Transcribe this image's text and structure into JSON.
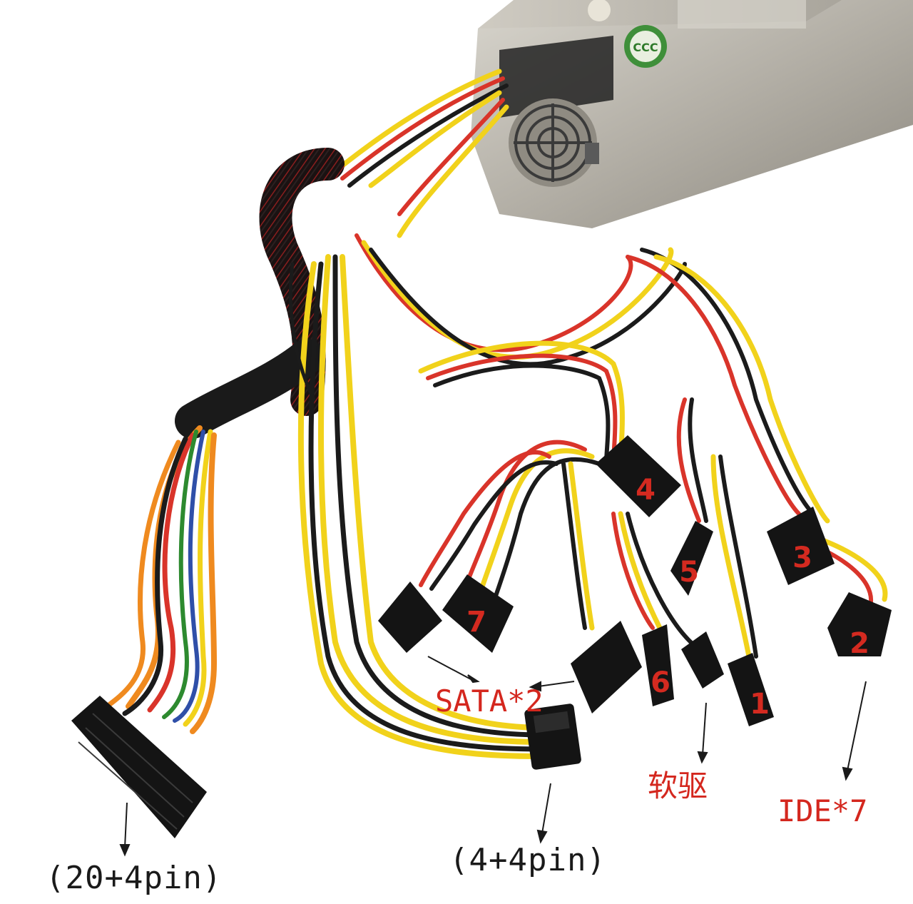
{
  "psu": {
    "label_brand": "CCC"
  },
  "connectors": {
    "molex_numbers": [
      "1",
      "2",
      "3",
      "4",
      "5",
      "6",
      "7"
    ]
  },
  "labels": {
    "atx": "(20+4pin)",
    "eps": "(4+4pin)",
    "sata": "SATA*2",
    "floppy": "软驱",
    "ide": "IDE*7"
  },
  "colors": {
    "wire_yellow": "#f1d21b",
    "wire_red": "#d9342a",
    "wire_black": "#1b1b1b",
    "wire_orange": "#ef8a1f",
    "wire_green": "#2d8a2f",
    "wire_blue": "#2f4fa8",
    "label_red": "#d4271e",
    "psu_metal": "#b9b6ad"
  }
}
